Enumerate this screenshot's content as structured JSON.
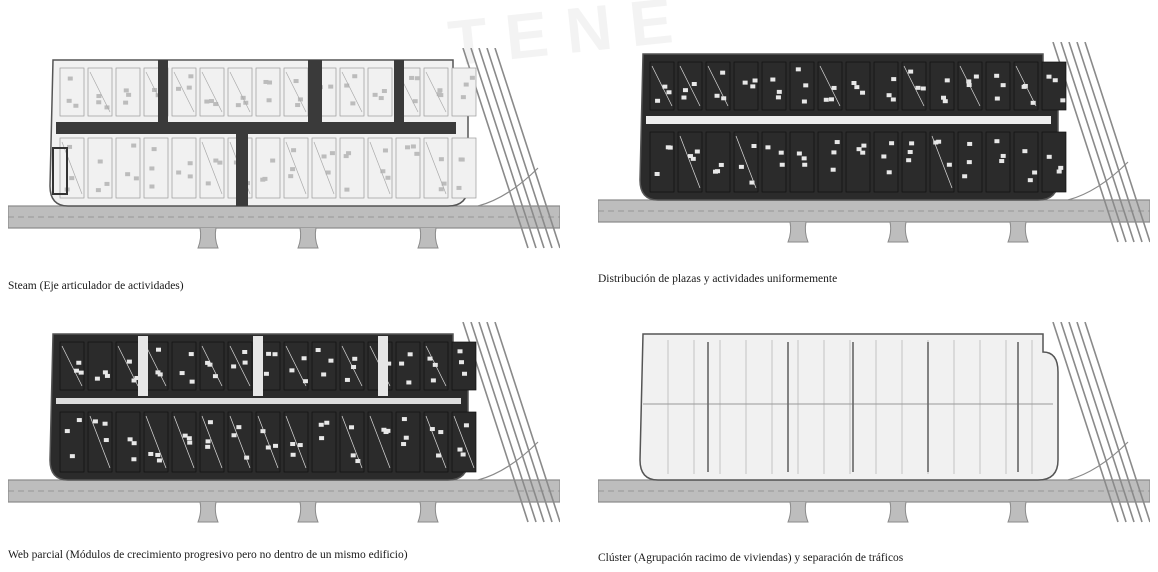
{
  "figure": {
    "watermark": "TENE",
    "panels": [
      {
        "caption": "Steam (Eje articulador de actividades)",
        "style": "steam"
      },
      {
        "caption": "Distribución de plazas y actividades uniformemente",
        "style": "distribution"
      },
      {
        "caption": "Web parcial (Módulos de crecimiento progresivo pero no dentro de un mismo edificio)",
        "style": "web"
      },
      {
        "caption": "Clúster (Agrupación racimo de viviendas) y separación de tráficos",
        "style": "cluster"
      }
    ]
  },
  "colors": {
    "paper": "#ffffff",
    "road": "#8a8a8a",
    "road_light": "#bdbdbd",
    "block_light": "#f1f1f1",
    "block_dark": "#2b2b2b",
    "axis_dark": "#3a3a3a"
  }
}
